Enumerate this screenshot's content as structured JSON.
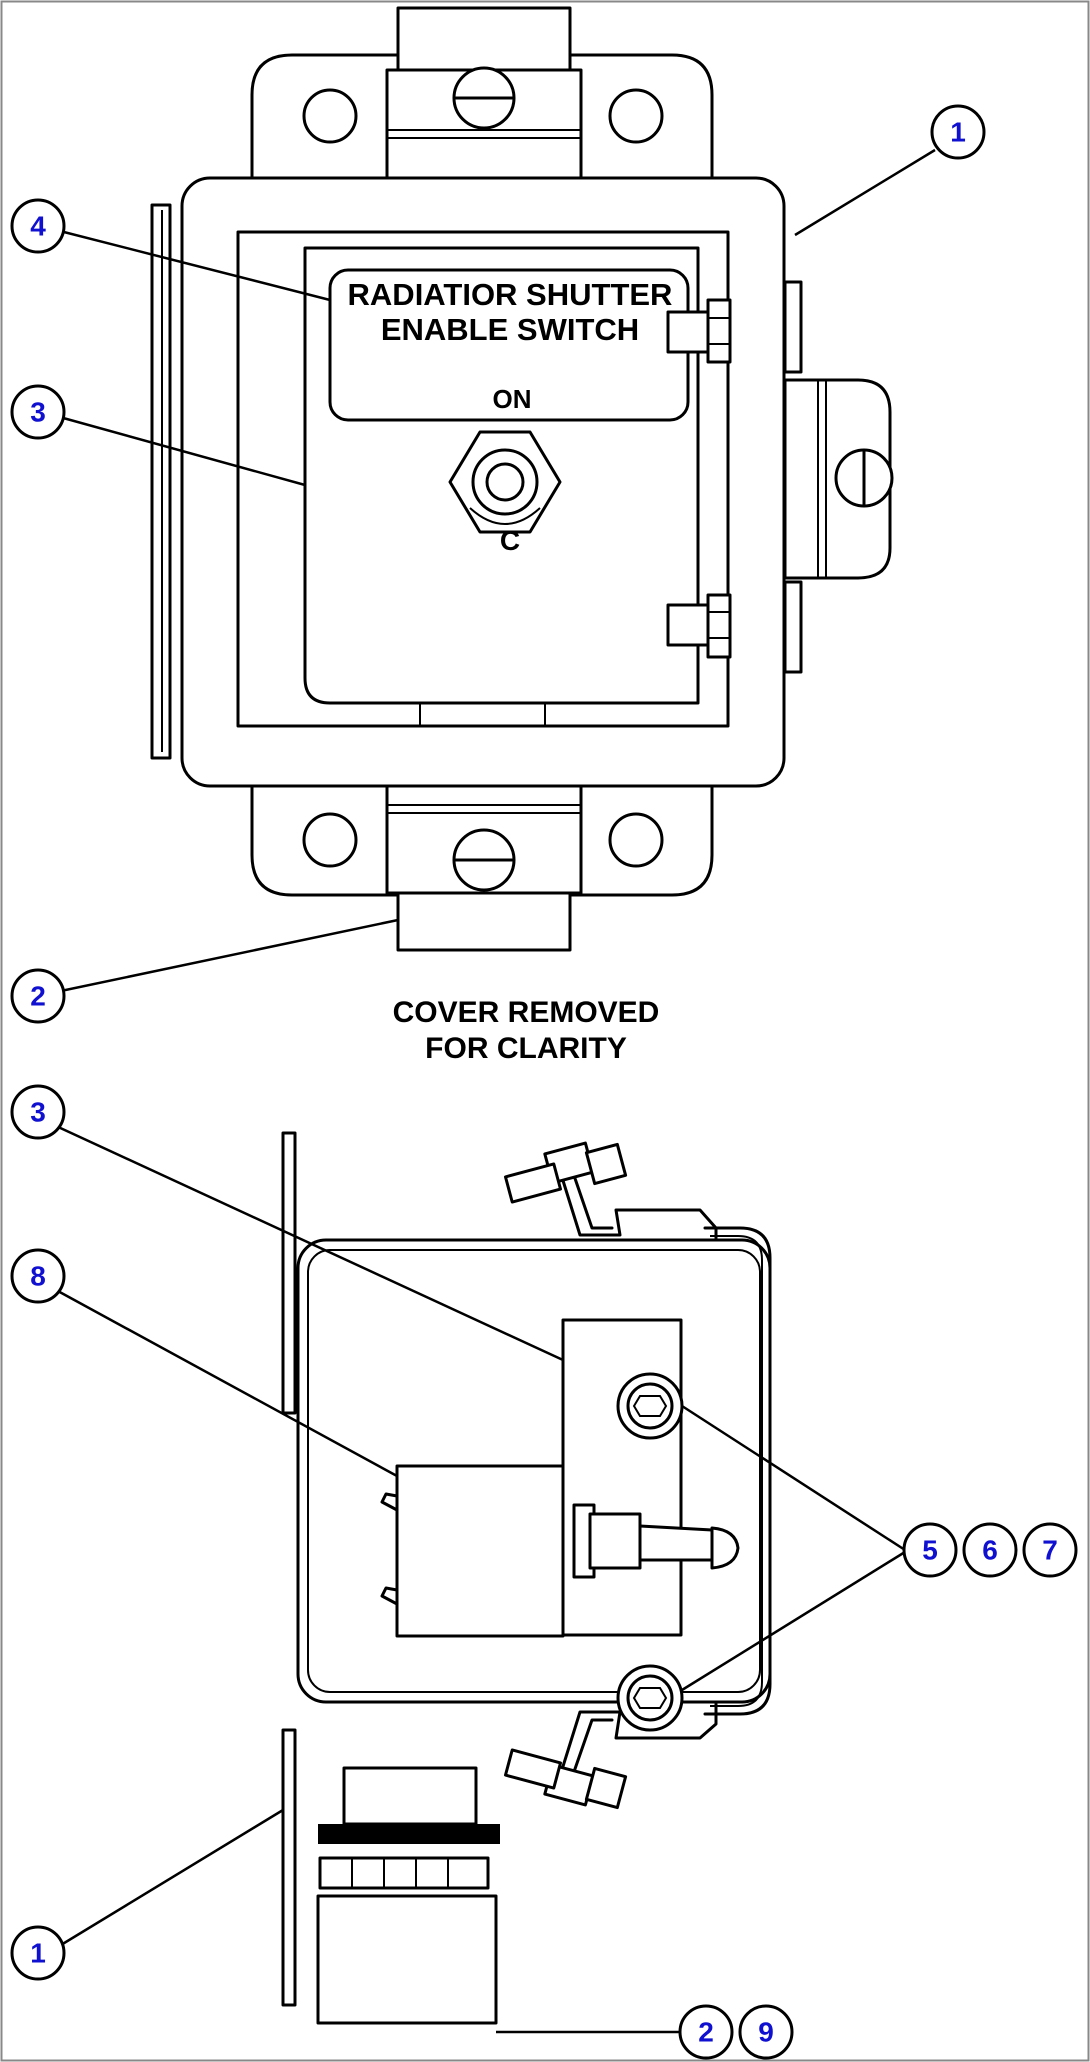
{
  "panel": {
    "label_line1": "RADIATIOR SHUTTER",
    "label_line2": "ENABLE SWITCH",
    "on_label": "ON",
    "off_label": "C"
  },
  "view_caption": {
    "line1": "COVER REMOVED",
    "line2": "FOR CLARITY"
  },
  "callouts": {
    "top_1": "1",
    "top_4": "4",
    "top_3": "3",
    "top_2": "2",
    "bottom_3": "3",
    "bottom_8": "8",
    "bottom_5": "5",
    "bottom_6": "6",
    "bottom_7": "7",
    "bottom_1": "1",
    "bottom_2": "2",
    "bottom_9": "9"
  },
  "colors": {
    "callout_text": "#1010d0",
    "line": "#000000",
    "background": "#ffffff"
  }
}
